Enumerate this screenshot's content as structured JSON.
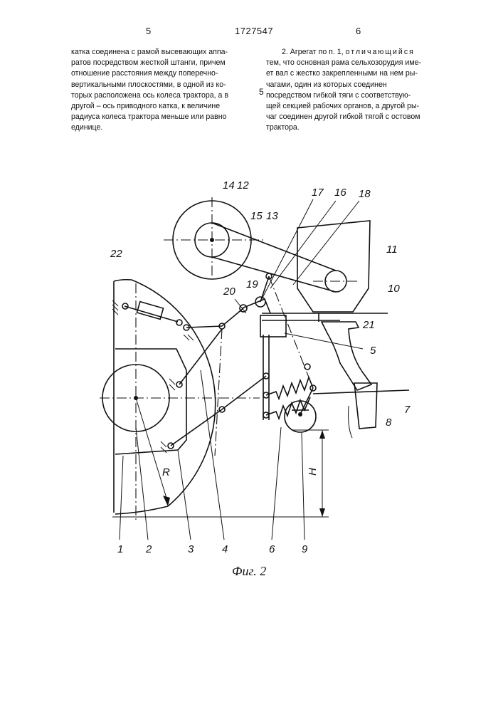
{
  "header": {
    "page_left": "5",
    "patent_number": "1727547",
    "page_right": "6"
  },
  "left_column": {
    "lines": [
      "катка соединена с рамой высевающих аппа-",
      "ратов посредством жесткой штанги, причем",
      "отношение расстояния между поперечно-",
      "вертикальными плоскостями, в одной из ко-",
      "торых расположена ось колеса трактора, а в",
      "другой – ось приводного катка, к величине",
      "радиуса колеса трактора меньше или равно",
      "единице."
    ]
  },
  "margin_line_number": "5",
  "right_column": {
    "claim_prefix": "2. Агрегат по п. 1,",
    "claim_spaced": "отличающийся",
    "lines": [
      "тем, что основная рама сельхозорудия име-",
      "ет вал с жестко закрепленными на нем ры-",
      "чагами, один из которых соединен",
      "посредством гибкой тяги с соответствую-",
      "щей секцией рабочих органов, а другой ры-",
      "чаг соединен другой гибкой тягой с остовом",
      "трактора."
    ]
  },
  "figure": {
    "caption": "Фиг. 2",
    "labels": {
      "l1": "1",
      "l2": "2",
      "l3": "3",
      "l4": "4",
      "l5": "5",
      "l6": "6",
      "l7": "7",
      "l8": "8",
      "l9": "9",
      "l10": "10",
      "l11": "11",
      "l12": "12",
      "l13": "13",
      "l14": "14",
      "l15": "15",
      "l16": "16",
      "l17": "17",
      "l18": "18",
      "l19": "19",
      "l20": "20",
      "l21": "21",
      "l22": "22",
      "R": "R",
      "H": "H"
    }
  }
}
